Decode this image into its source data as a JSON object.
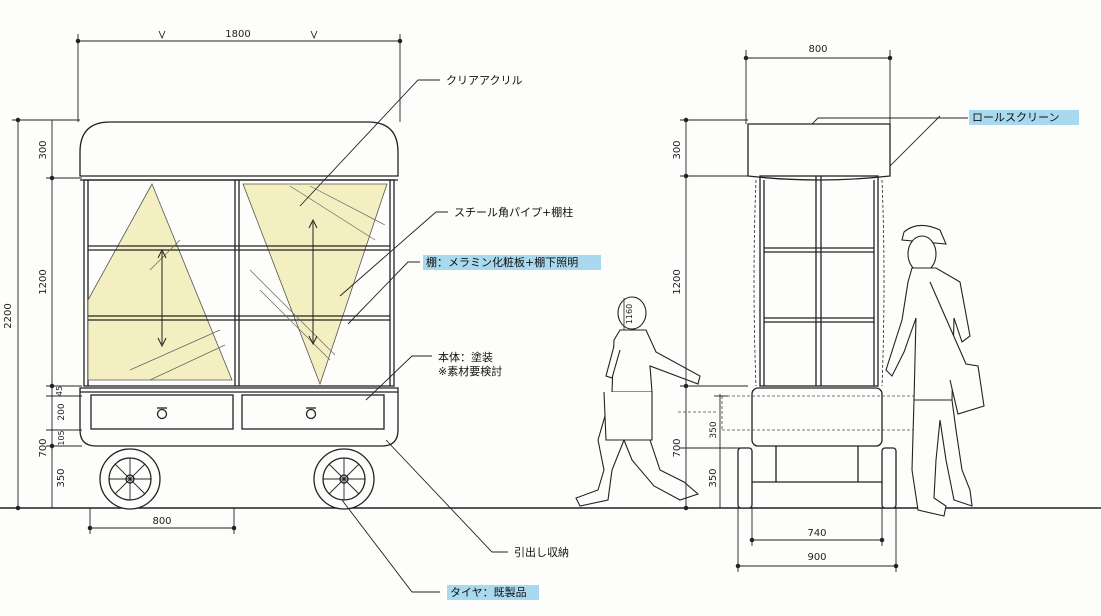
{
  "colors": {
    "line": "#222222",
    "acrylic_fill": "#f4efc0",
    "label_highlight": "#a9d9ee",
    "paper": "#fdfdfb"
  },
  "front_view": {
    "dims": {
      "total_width": "1800",
      "total_height": "2200",
      "roof_height": "300",
      "shelf_height": "1200",
      "base_height": "700",
      "gap_a": "45",
      "drawer_height": "200",
      "gap_b": "105",
      "wheel_height": "350",
      "wheel_span": "800"
    }
  },
  "side_view": {
    "dims": {
      "top_width": "800",
      "roof_height": "300",
      "shelf_height": "1200",
      "base_height": "700",
      "wheel_height": "350",
      "drawer_height": "350",
      "inner_width": "740",
      "outer_width": "900"
    }
  },
  "child_dim": "1160",
  "labels": {
    "clear_acrylic": "クリアアクリル",
    "steel_pipe": "スチール角パイプ+棚柱",
    "shelf": "棚：メラミン化粧板+棚下照明",
    "body_paint_1": "本体：塗装",
    "body_paint_2": "※素材要検討",
    "drawer": "引出し収納",
    "tire": "タイヤ：既製品",
    "roll_screen": "ロールスクリーン"
  }
}
